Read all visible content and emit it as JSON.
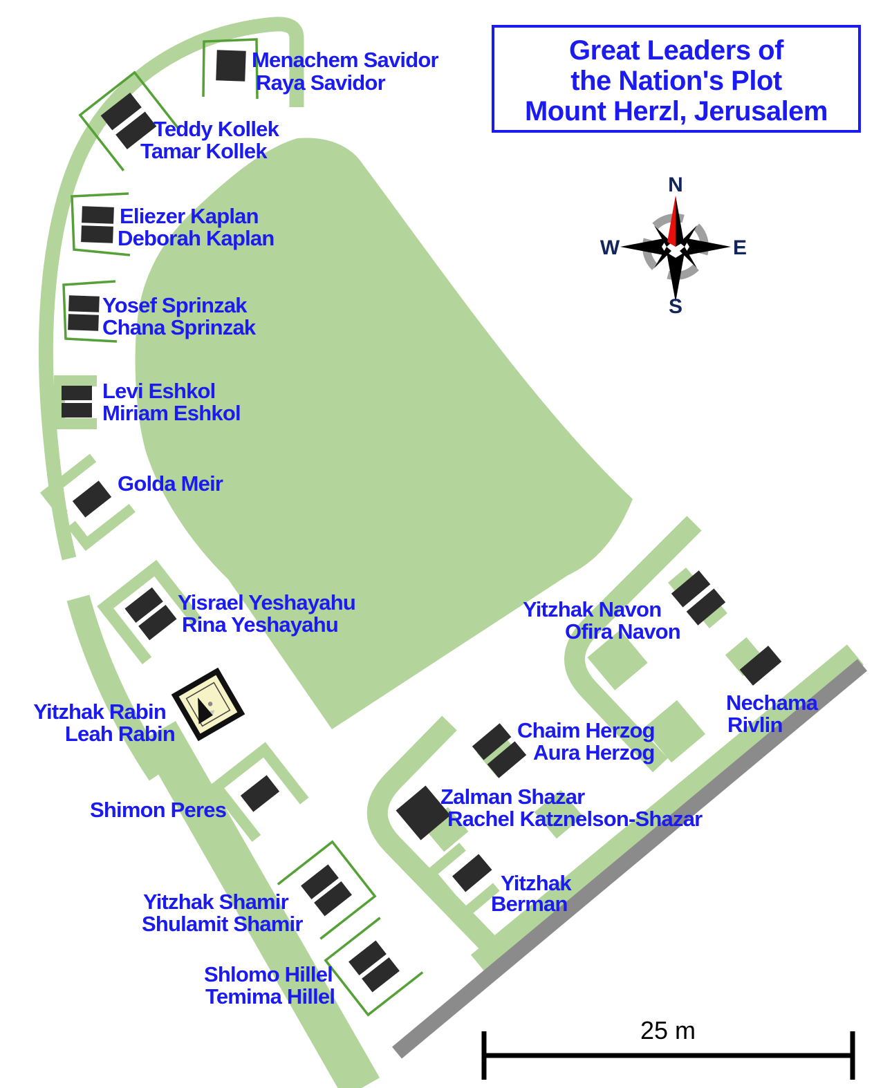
{
  "title": {
    "line1": "Great Leaders of",
    "line2": "the Nation's Plot",
    "line3": "Mount Herzl, Jerusalem"
  },
  "compass": {
    "north": "N",
    "east": "E",
    "south": "S",
    "west": "W"
  },
  "scale_bar": {
    "label": "25 m"
  },
  "graves": [
    {
      "id": "savidor",
      "name1": "Menachem Savidor",
      "name2": "Raya Savidor"
    },
    {
      "id": "kollek",
      "name1": "Teddy Kollek",
      "name2": "Tamar Kollek"
    },
    {
      "id": "kaplan",
      "name1": "Eliezer Kaplan",
      "name2": "Deborah Kaplan"
    },
    {
      "id": "sprinzak",
      "name1": "Yosef Sprinzak",
      "name2": "Chana Sprinzak"
    },
    {
      "id": "eshkol",
      "name1": "Levi Eshkol",
      "name2": "Miriam Eshkol"
    },
    {
      "id": "meir",
      "name1": "Golda Meir"
    },
    {
      "id": "yeshayahu",
      "name1": "Yisrael Yeshayahu",
      "name2": "Rina Yeshayahu"
    },
    {
      "id": "rabin",
      "name1": "Yitzhak Rabin",
      "name2": "Leah Rabin"
    },
    {
      "id": "peres",
      "name1": "Shimon Peres"
    },
    {
      "id": "shamir",
      "name1": "Yitzhak Shamir",
      "name2": "Shulamit Shamir"
    },
    {
      "id": "hillel",
      "name1": "Shlomo Hillel",
      "name2": "Temima Hillel"
    },
    {
      "id": "navon",
      "name1": "Yitzhak Navon",
      "name2": "Ofira Navon"
    },
    {
      "id": "rivlin",
      "name1": "Nechama",
      "name2": "Rivlin"
    },
    {
      "id": "herzog",
      "name1": "Chaim Herzog",
      "name2": "Aura Herzog"
    },
    {
      "id": "shazar",
      "name1": "Zalman Shazar",
      "name2": "Rachel Katznelson-Shazar"
    },
    {
      "id": "berman",
      "name1": "Yitzhak",
      "name2": "Berman"
    }
  ],
  "colors": {
    "label_blue": "#1b1bef",
    "compass_navy": "#13265c",
    "lawn_green": "#b3d59b",
    "grave_outline_green": "#55a037",
    "stone_dark": "#2b2b2b",
    "road_gray": "#8b8b8b",
    "rabin_monument_cream": "#f6f3c6",
    "compass_needle_red": "#e8100c"
  }
}
